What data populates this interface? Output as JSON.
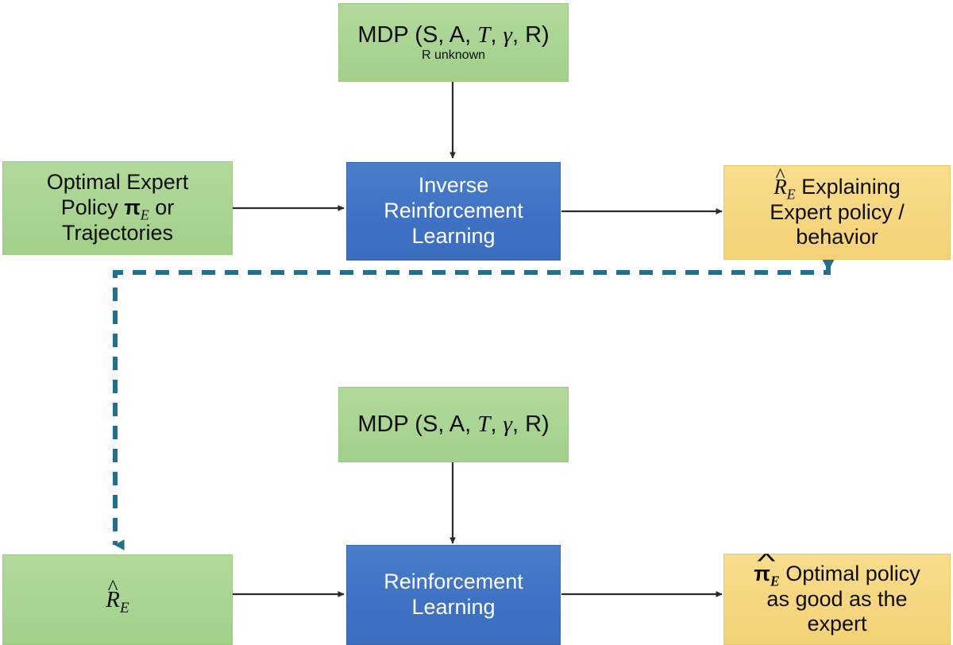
{
  "diagram": {
    "title": "Inverse Reinforcement Learning and Reinforcement Learning pipeline",
    "colors": {
      "green": "#a9d492",
      "blue": "#3f72c4",
      "yellow": "#f6d67f",
      "arrow_solid": "#2b2b2b",
      "arrow_dashed": "#21708f"
    },
    "nodes": {
      "mdp_top": {
        "label_main": "MDP (S, A, T, γ, R)",
        "label_sub": "R unknown",
        "prefix": "MDP (S, A, ",
        "sym_T": "T",
        "mid": ", ",
        "sym_gamma": "γ",
        "suffix": ", R)",
        "color": "green"
      },
      "expert_policy": {
        "line1": "Optimal Expert",
        "line2_pre": "Policy ",
        "line2_pi": "π",
        "line2_sub": "E",
        "line2_post": " or",
        "line3": "Trajectories",
        "color": "green"
      },
      "irl": {
        "line1": "Inverse",
        "line2": "Reinforcement",
        "line3": "Learning",
        "color": "blue"
      },
      "reward_explain": {
        "sym_R": "R",
        "sym_sub": "E",
        "line1_post": " Explaining",
        "line2": "Expert policy /",
        "line3": "behavior",
        "color": "yellow"
      },
      "mdp_bottom": {
        "label_main": "MDP (S, A, T, γ, R)",
        "prefix": "MDP (S, A, ",
        "sym_T": "T",
        "mid": ", ",
        "sym_gamma": "γ",
        "suffix": ", R)",
        "color": "green"
      },
      "reward_hat": {
        "sym_R": "R",
        "sym_sub": "E",
        "color": "green"
      },
      "rl": {
        "line1": "Reinforcement",
        "line2": "Learning",
        "color": "blue"
      },
      "optimal_policy": {
        "sym_pi": "π",
        "sym_sub": "E",
        "line1_post": " Optimal policy",
        "line2": "as good as the",
        "line3": "expert",
        "color": "yellow"
      }
    },
    "edges": [
      {
        "name": "mdp-top-to-irl",
        "style": "solid"
      },
      {
        "name": "expert-policy-to-irl",
        "style": "solid"
      },
      {
        "name": "irl-to-reward-explain",
        "style": "solid"
      },
      {
        "name": "reward-explain-to-reward-hat",
        "style": "dashed"
      },
      {
        "name": "mdp-bottom-to-rl",
        "style": "solid"
      },
      {
        "name": "reward-hat-to-rl",
        "style": "solid"
      },
      {
        "name": "rl-to-optimal-policy",
        "style": "solid"
      }
    ],
    "hat_glyph": "̂",
    "hat_char": "^"
  }
}
